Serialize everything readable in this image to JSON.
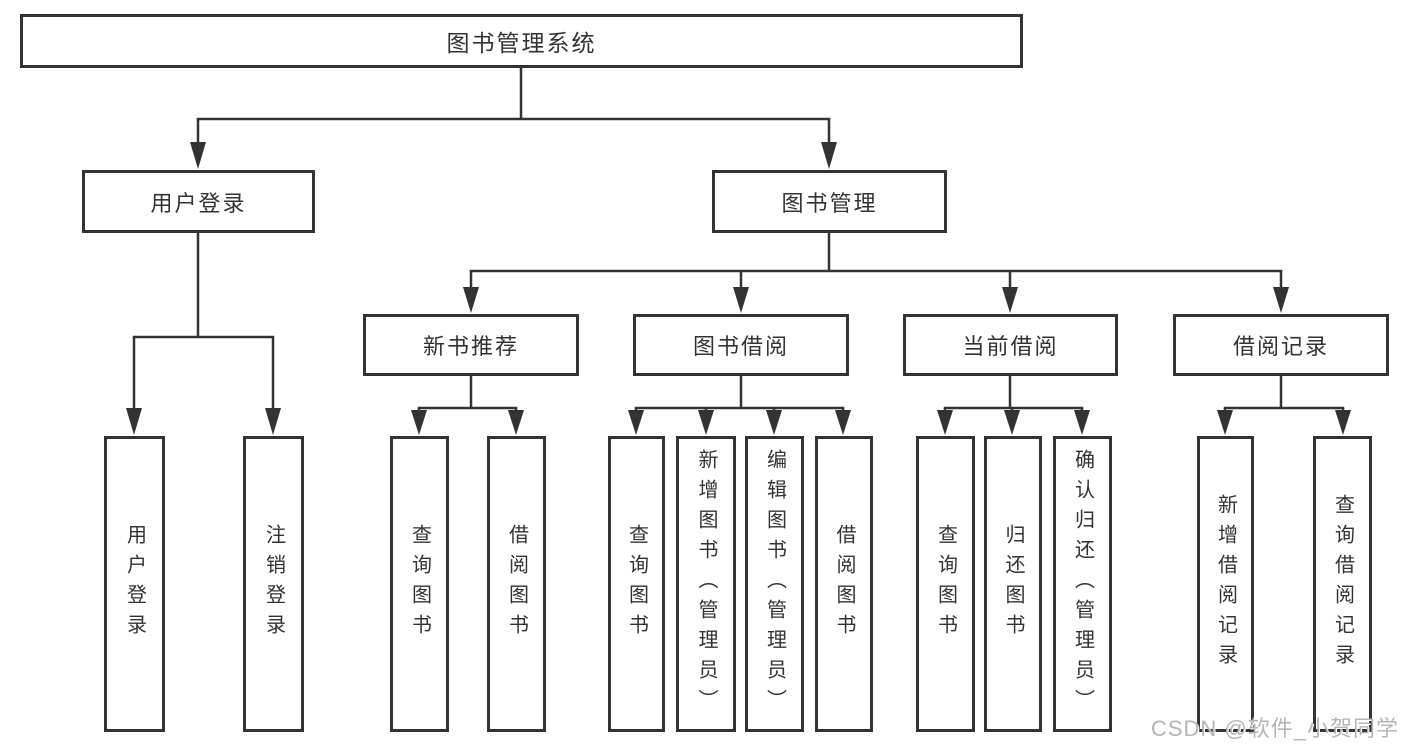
{
  "tree": {
    "root": {
      "label": "图书管理系统"
    },
    "level2": [
      {
        "label": "用户登录",
        "children": [
          {
            "label": "用户登录"
          },
          {
            "label": "注销登录"
          }
        ]
      },
      {
        "label": "图书管理",
        "children": [
          {
            "label": "新书推荐",
            "children": [
              {
                "label": "查询图书"
              },
              {
                "label": "借阅图书"
              }
            ]
          },
          {
            "label": "图书借阅",
            "children": [
              {
                "label": "查询图书"
              },
              {
                "label": "新增图书（管理员）"
              },
              {
                "label": "编辑图书（管理员）"
              },
              {
                "label": "借阅图书"
              }
            ]
          },
          {
            "label": "当前借阅",
            "children": [
              {
                "label": "查询图书"
              },
              {
                "label": "归还图书"
              },
              {
                "label": "确认归还（管理员）"
              }
            ]
          },
          {
            "label": "借阅记录",
            "children": [
              {
                "label": "新增借阅记录"
              },
              {
                "label": "查询借阅记录"
              }
            ]
          }
        ]
      }
    ]
  },
  "colors": {
    "line": "#333333",
    "box_border": "#333333",
    "background": "#ffffff",
    "watermark": "#b5b5b5"
  },
  "watermark": "CSDN @软件_小贺同学"
}
